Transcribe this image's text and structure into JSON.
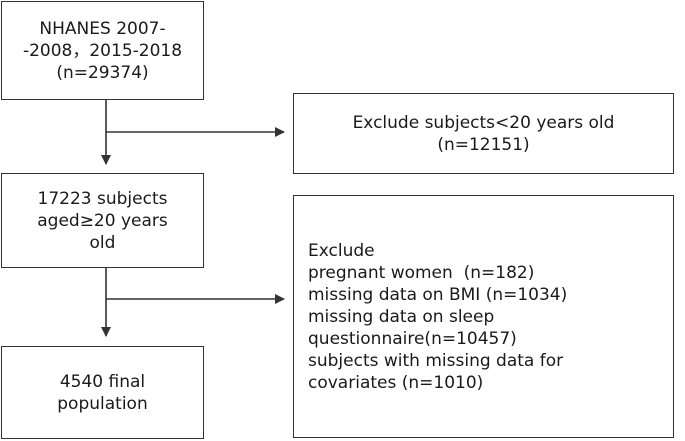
{
  "boxes": {
    "source": {
      "lines": [
        "NHANES 2007-",
        "-2008，2015-2018",
        "(n=29374)"
      ]
    },
    "exclude_age": {
      "lines": [
        "Exclude subjects<20 years old",
        "(n=12151)"
      ]
    },
    "adults": {
      "lines": [
        "17223 subjects",
        "aged≥20 years",
        "old"
      ]
    },
    "exclude_other": {
      "lines": [
        "Exclude",
        "pregnant women  (n=182)",
        "missing data on BMI (n=1034)",
        "missing data on sleep",
        "questionnaire(n=10457)",
        "subjects with missing data for",
        "covariates (n=1010)"
      ]
    },
    "final": {
      "lines": [
        "4540 final",
        "population"
      ]
    }
  }
}
